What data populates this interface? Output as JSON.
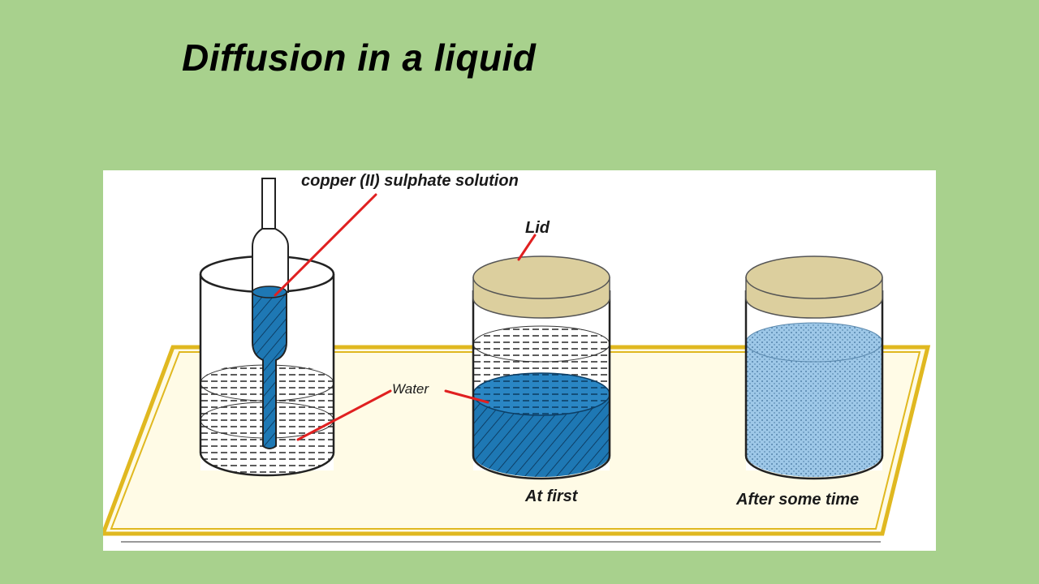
{
  "title": "Diffusion in a liquid",
  "labels": {
    "copper": "copper (II) sulphate solution",
    "lid": "Lid",
    "water": "Water",
    "at_first": "At first",
    "after_time": "After some time"
  },
  "colors": {
    "background": "#a8d18d",
    "tray_border": "#e0b820",
    "tray_fill": "#fffbe6",
    "lid": "#dccf9e",
    "copper_blue": "#1e78b4",
    "mixed_blue": "#9ec8e8",
    "pointer_red": "#e02020"
  }
}
